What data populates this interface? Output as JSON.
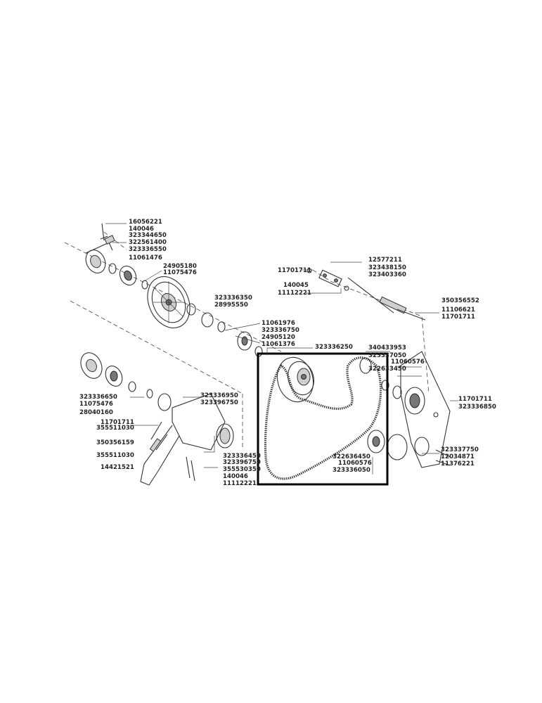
{
  "labels": {
    "l1": "16056221",
    "l2": "140046",
    "l3": "323344650",
    "l4": "322561400",
    "l5": "323336550",
    "l6": "11061476",
    "l7": "24905180",
    "l8": "11075476",
    "l9": "11701711",
    "l10": "12577211",
    "l11": "323438150",
    "l12": "323403360",
    "l13": "140045",
    "l14": "11112221",
    "l15": "323336350",
    "l16": "28995550",
    "l17": "350356552",
    "l18": "11106621",
    "l19": "11701711",
    "l20": "11061976",
    "l21": "323336750",
    "l22": "24905120",
    "l23": "11061376",
    "l24": "323336250",
    "l25": "340433953",
    "l26": "323337050",
    "l27": "11060576",
    "l28": "322633450",
    "l29": "323336650",
    "l30": "11075476",
    "l31": "28040160",
    "l32": "323336950",
    "l33": "323396750",
    "l34": "11701711",
    "l35": "355511030",
    "l36": "350356159",
    "l37": "355511030",
    "l38": "14421521",
    "l39": "323336450",
    "l40": "323396750",
    "l41": "355530350",
    "l42": "140046",
    "l43": "11112221",
    "l44": "11701711",
    "l45": "323336850",
    "l46": "322636450",
    "l47": "11060576",
    "l48": "323336050",
    "l49": "323337750",
    "l50": "12034871",
    "l51": "11376221"
  }
}
